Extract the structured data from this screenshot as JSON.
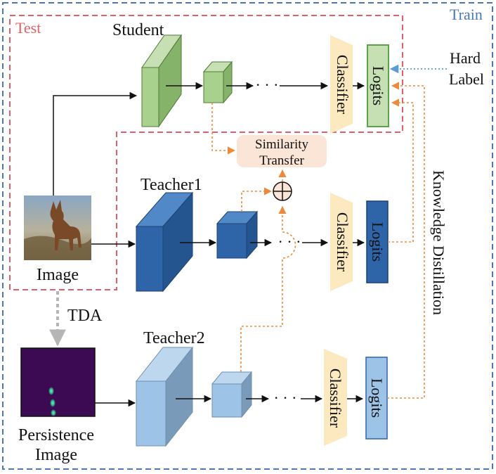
{
  "regions": {
    "train": "Train",
    "test": "Test"
  },
  "networks": {
    "student": "Student",
    "teacher1": "Teacher1",
    "teacher2": "Teacher2"
  },
  "blocks": {
    "classifier": "Classifier",
    "logits": "Logits",
    "ellipsis": "· · ·"
  },
  "inputs": {
    "image": "Image",
    "tda": "TDA",
    "persistence_line1": "Persistence",
    "persistence_line2": "Image"
  },
  "labels": {
    "hard_line1": "Hard",
    "hard_line2": "Label",
    "similarity_line1": "Similarity",
    "similarity_line2": "Transfer",
    "knowledge_distillation": "Knowledge Distillation",
    "sum_symbol": "+"
  },
  "colors": {
    "train_border": "#4a78b0",
    "test_border": "#e0606a",
    "student": "#a9d18e",
    "teacher1": "#2e64a8",
    "teacher2": "#9dc3e6",
    "classifier": "#fde9c0",
    "orange": "#ed8a3a",
    "similarity_bg": "#fbe5d6"
  }
}
